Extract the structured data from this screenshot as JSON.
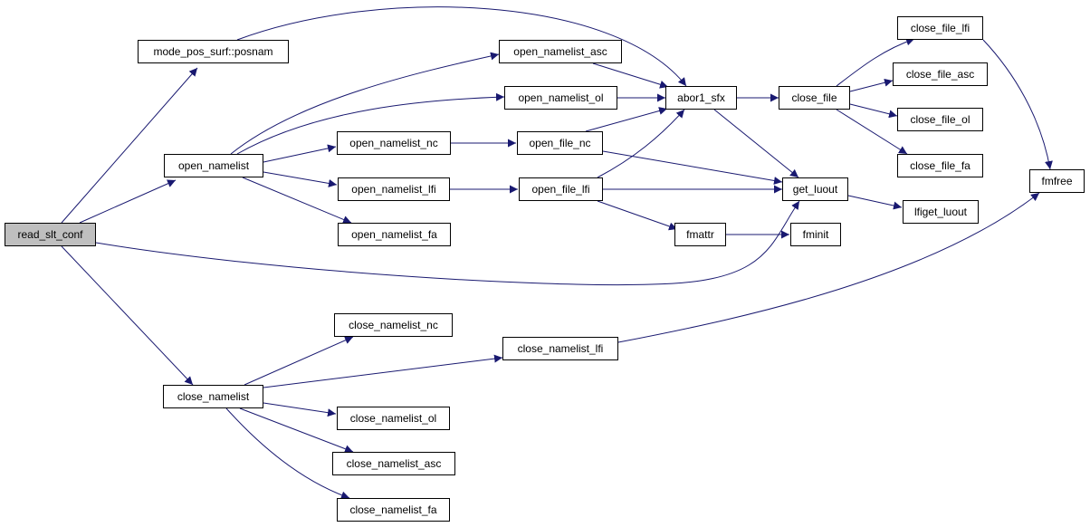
{
  "graph": {
    "edge_color": "#191970",
    "root_fill": "#bfbfbf",
    "node_fill": "#ffffff",
    "nodes": {
      "read_slt_conf": "read_slt_conf",
      "mode_pos_surf_posnam": "mode_pos_surf::posnam",
      "open_namelist": "open_namelist",
      "close_namelist": "close_namelist",
      "open_namelist_asc": "open_namelist_asc",
      "open_namelist_ol": "open_namelist_ol",
      "open_namelist_nc": "open_namelist_nc",
      "open_namelist_lfi": "open_namelist_lfi",
      "open_namelist_fa": "open_namelist_fa",
      "abor1_sfx": "abor1_sfx",
      "open_file_nc": "open_file_nc",
      "open_file_lfi": "open_file_lfi",
      "close_file": "close_file",
      "get_luout": "get_luout",
      "fmattr": "fmattr",
      "fminit": "fminit",
      "close_file_lfi": "close_file_lfi",
      "close_file_asc": "close_file_asc",
      "close_file_ol": "close_file_ol",
      "close_file_fa": "close_file_fa",
      "lfiget_luout": "lfiget_luout",
      "fmfree": "fmfree",
      "close_namelist_nc": "close_namelist_nc",
      "close_namelist_lfi": "close_namelist_lfi",
      "close_namelist_ol": "close_namelist_ol",
      "close_namelist_asc": "close_namelist_asc",
      "close_namelist_fa": "close_namelist_fa"
    }
  }
}
